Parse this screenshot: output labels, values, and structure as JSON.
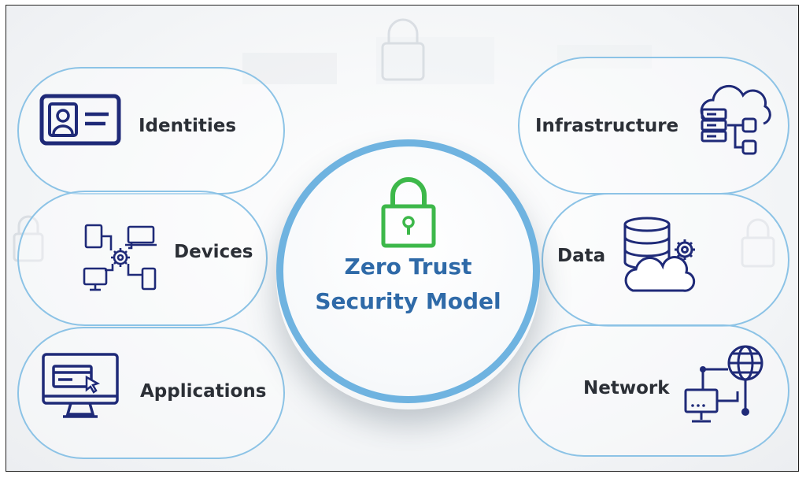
{
  "center": {
    "line1": "Zero Trust",
    "line2": "Security Model",
    "icon": "padlock-icon"
  },
  "pillars": {
    "identities": {
      "label": "Identities",
      "icon": "id-card-icon"
    },
    "devices": {
      "label": "Devices",
      "icon": "connected-devices-icon"
    },
    "applications": {
      "label": "Applications",
      "icon": "application-window-icon"
    },
    "infrastructure": {
      "label": "Infrastructure",
      "icon": "cloud-server-icon"
    },
    "data": {
      "label": "Data",
      "icon": "database-cloud-icon"
    },
    "network": {
      "label": "Network",
      "icon": "globe-network-icon"
    }
  },
  "colors": {
    "icon_navy": "#1f2a78",
    "lock_green": "#3db84a",
    "title_blue": "#2f6aa8",
    "ring_blue": "#6fb3e0",
    "pill_outline": "#8cc3e6"
  }
}
